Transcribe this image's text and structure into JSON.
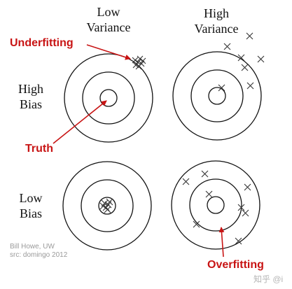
{
  "headers": {
    "col_low": [
      "Low",
      "Variance"
    ],
    "col_high": [
      "High",
      "Variance"
    ],
    "row_high": [
      "High",
      "Bias"
    ],
    "row_low": [
      "Low",
      "Bias"
    ]
  },
  "annotations": {
    "underfitting": "Underfitting",
    "truth": "Truth",
    "overfitting": "Overfitting"
  },
  "credit": [
    "Bill Howe, UW",
    "src: domingo 2012"
  ],
  "watermark": "知乎 @i",
  "colors": {
    "annotation_red": "#c81414",
    "ring": "#111111",
    "marker": "#333333"
  }
}
